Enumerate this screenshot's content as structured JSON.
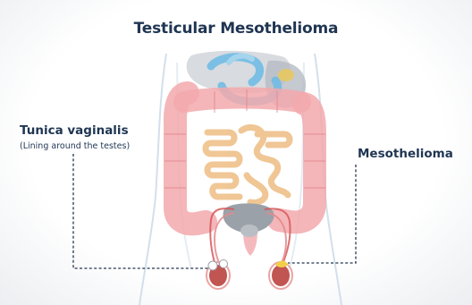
{
  "title": "Testicular Mesothelioma",
  "labels": {
    "tunica_vaginalis": "Tunica vaginalis",
    "tunica_vaginalis_note": "(Lining around the testes)",
    "mesothelioma": "Mesothelioma"
  },
  "colors": {
    "title_text": "#1f3552",
    "body_outline": "#c9d7e6",
    "colon": "#f1a7ab",
    "small_intestine": "#efc48f",
    "stomach_liver": "#b9bfc6",
    "blue_structures": "#66b6e3",
    "bladder": "#9ea4ab",
    "testes": "#c0504d",
    "tumor": "#f2cf4a",
    "leader_lines": "#24364f"
  }
}
